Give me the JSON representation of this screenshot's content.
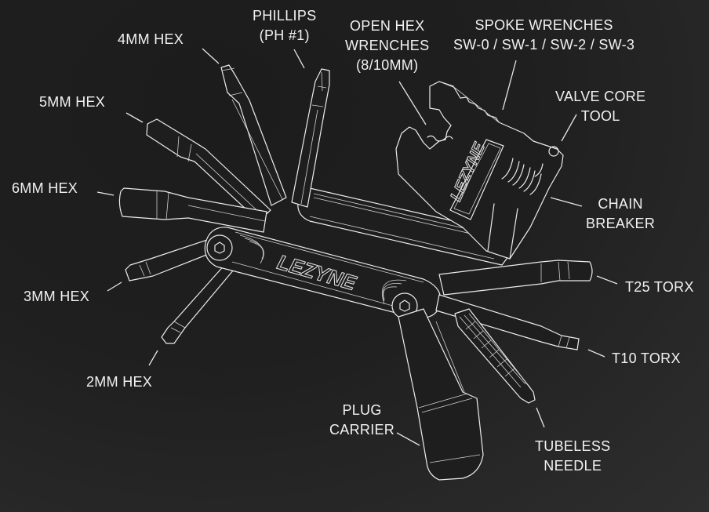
{
  "diagram": {
    "subject": "Multi-tool exploded line drawing",
    "brand_mark": "LEZYNE",
    "colors": {
      "background": "#1f1f1f",
      "line": "#e9e9e9",
      "text": "#f2f2f2"
    },
    "callouts": [
      {
        "id": "4mm-hex",
        "lines": [
          "4MM HEX"
        ]
      },
      {
        "id": "phillips",
        "lines": [
          "PHILLIPS",
          "(PH #1)"
        ]
      },
      {
        "id": "open-hex-wrenches",
        "lines": [
          "OPEN HEX",
          "WRENCHES",
          "(8/10MM)"
        ]
      },
      {
        "id": "spoke-wrenches",
        "lines": [
          "SPOKE WRENCHES",
          "SW-0 / SW-1 / SW-2 / SW-3"
        ]
      },
      {
        "id": "valve-core-tool",
        "lines": [
          "VALVE CORE",
          "TOOL"
        ]
      },
      {
        "id": "5mm-hex",
        "lines": [
          "5MM HEX"
        ]
      },
      {
        "id": "6mm-hex",
        "lines": [
          "6MM HEX"
        ]
      },
      {
        "id": "chain-breaker",
        "lines": [
          "CHAIN",
          "BREAKER"
        ]
      },
      {
        "id": "t25-torx",
        "lines": [
          "T25 TORX"
        ]
      },
      {
        "id": "3mm-hex",
        "lines": [
          "3MM HEX"
        ]
      },
      {
        "id": "t10-torx",
        "lines": [
          "T10 TORX"
        ]
      },
      {
        "id": "2mm-hex",
        "lines": [
          "2MM HEX"
        ]
      },
      {
        "id": "plug-carrier",
        "lines": [
          "PLUG",
          "CARRIER"
        ]
      },
      {
        "id": "tubeless-needle",
        "lines": [
          "TUBELESS",
          "NEEDLE"
        ]
      }
    ]
  }
}
